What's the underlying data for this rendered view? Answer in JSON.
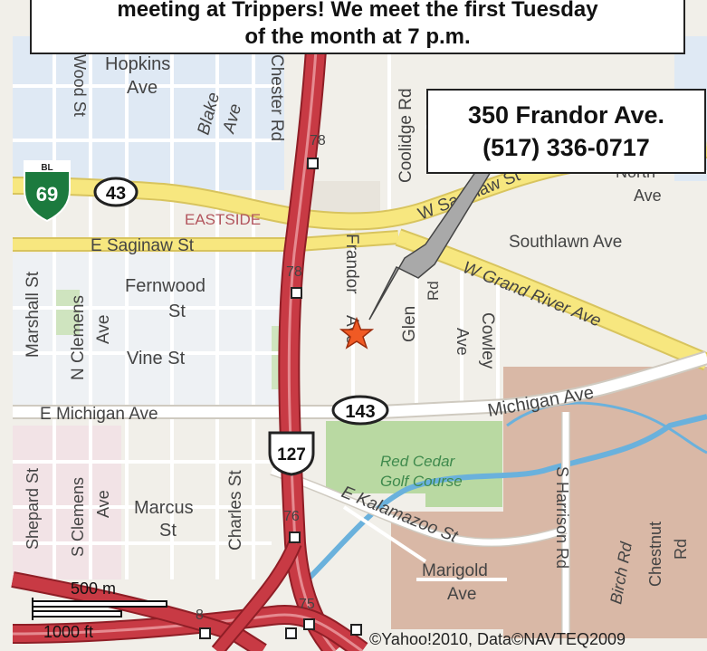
{
  "callout_top": {
    "line1": "meeting at Trippers! We meet the first Tuesday",
    "line2": "of the month at 7 p.m."
  },
  "callout_address": {
    "address": "350 Frandor Ave.",
    "phone": "(517) 336-0717"
  },
  "streets": {
    "wood": "Wood St",
    "hopkins": "Hopkins",
    "hopkins_ave": "Ave",
    "blake": "Blake",
    "blake_ave": "Ave",
    "chester": "Chester Rd",
    "coolidge": "Coolidge Rd",
    "w_saginaw": "W Saginaw St",
    "north": "North",
    "north_ave": "Ave",
    "eastside": "EASTSIDE",
    "e_saginaw": "E Saginaw St",
    "southlawn": "Southlawn Ave",
    "marshall": "Marshall St",
    "n_clemens": "N Clemens",
    "n_clemens_ave": "Ave",
    "fernwood": "Fernwood",
    "fernwood_st": "St",
    "frandor": "Frandor",
    "frandor_ave": "Ave",
    "glen": "Glen",
    "glen_rd": "Rd",
    "w_grand_river": "W Grand River Ave",
    "cowley": "Cowley",
    "cowley_ave": "Ave",
    "vine": "Vine St",
    "e_michigan": "E Michigan Ave",
    "michigan": "Michigan Ave",
    "shepard": "Shepard St",
    "s_clemens": "S Clemens",
    "s_clemens_ave": "Ave",
    "charles": "Charles St",
    "marcus": "Marcus",
    "marcus_st": "St",
    "e_kalamazoo": "E Kalamazoo St",
    "red_cedar_1": "Red Cedar",
    "red_cedar_2": "Golf Course",
    "s_harrison": "S Harrison Rd",
    "birch": "Birch Rd",
    "chestnut": "Chestnut",
    "chestnut_rd": "Rd",
    "marigold": "Marigold",
    "marigold_ave": "Ave"
  },
  "shields": {
    "bl69_top": "BL",
    "bl69_num": "69",
    "route43": "43",
    "route143": "143",
    "us127": "127"
  },
  "exits": {
    "exit78a": "78",
    "exit78b": "78",
    "exit76": "76",
    "exit75": "75",
    "exit8": "8"
  },
  "scale": {
    "metric": "500 m",
    "imperial": "1000 ft"
  },
  "copyright": "©Yahoo!2010, Data©NAVTEQ2009",
  "colors": {
    "land": "#f1efe9",
    "residential_blue": "#dfe9f4",
    "residential_pink": "#f2e3e6",
    "park": "#cfe4bf",
    "golf": "#b9d9a2",
    "industrial": "#d9b8a6",
    "highway": "#c83a44",
    "arterial": "#f7e77f",
    "local_road": "#ffffff",
    "water": "#6ab1dc",
    "marker": "#f05a24",
    "pointer": "#a9a9a9"
  }
}
